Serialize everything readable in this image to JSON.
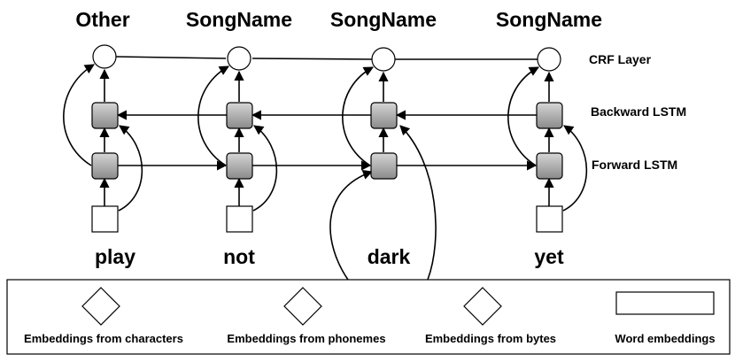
{
  "tags": [
    "Other",
    "SongName",
    "SongName",
    "SongName"
  ],
  "words": [
    "play",
    "not",
    "dark",
    "yet"
  ],
  "layers": {
    "crf": "CRF Layer",
    "backward": "Backward LSTM",
    "forward": "Forward LSTM"
  },
  "legend": {
    "characters": "Embeddings from characters",
    "phonemes": "Embeddings from phonemes",
    "bytes": "Embeddings from bytes",
    "word": "Word embeddings"
  }
}
